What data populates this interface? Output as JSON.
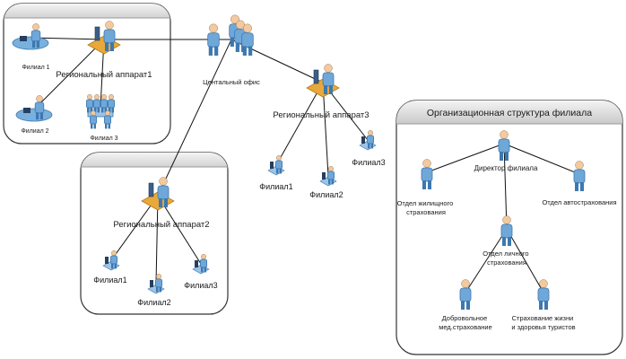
{
  "diagram": {
    "groups": [
      {
        "id": "g1",
        "label": ""
      },
      {
        "id": "g2",
        "label": ""
      },
      {
        "id": "g3",
        "label": "Организационная структура филиала"
      }
    ],
    "nodes": [
      {
        "id": "n-reg1",
        "label": "Региональный аппарат1",
        "icon": "workstation-icon"
      },
      {
        "id": "n-f1a",
        "label": "Филиал 1",
        "icon": "laptop-user-icon"
      },
      {
        "id": "n-f2a",
        "label": "Филиал 2",
        "icon": "laptop-user-icon"
      },
      {
        "id": "n-f3a",
        "label": "Филиал 3",
        "icon": "meeting-group-icon"
      },
      {
        "id": "n-central",
        "label": "Центальный офис",
        "icon": "people-group-icon"
      },
      {
        "id": "n-reg3",
        "label": "Региональный аппарат3",
        "icon": "workstation-icon"
      },
      {
        "id": "n-f1c",
        "label": "Филиал1",
        "icon": "pc-user-icon"
      },
      {
        "id": "n-f2c",
        "label": "Филиал2",
        "icon": "pc-user-icon"
      },
      {
        "id": "n-f3c",
        "label": "Филиал3",
        "icon": "pc-user-icon"
      },
      {
        "id": "n-reg2",
        "label": "Региональный аппарат2",
        "icon": "workstation-icon"
      },
      {
        "id": "n-f1b",
        "label": "Филиал1",
        "icon": "pc-user-icon"
      },
      {
        "id": "n-f2b",
        "label": "Филиал2",
        "icon": "pc-user-icon"
      },
      {
        "id": "n-f3b",
        "label": "Филиал3",
        "icon": "pc-user-icon"
      },
      {
        "id": "n-director",
        "label": "Директор филиала",
        "icon": "person-icon"
      },
      {
        "id": "n-housing",
        "label": "Отдел жилищного страхования",
        "icon": "person-icon"
      },
      {
        "id": "n-auto",
        "label": "Отдел автострахования",
        "icon": "person-icon"
      },
      {
        "id": "n-personal",
        "label": "Отдел личного страхования",
        "icon": "person-icon"
      },
      {
        "id": "n-medical",
        "label": "Добровольное мед.страхование",
        "icon": "person-icon"
      },
      {
        "id": "n-life",
        "label": "Страхование жизни и здоровья туристов",
        "icon": "person-icon"
      }
    ],
    "edges": [
      {
        "from": "n-f1a",
        "to": "n-reg1"
      },
      {
        "from": "n-f2a",
        "to": "n-reg1"
      },
      {
        "from": "n-f3a",
        "to": "n-reg1"
      },
      {
        "from": "n-reg1",
        "to": "n-central"
      },
      {
        "from": "n-central",
        "to": "n-reg3"
      },
      {
        "from": "n-central",
        "to": "n-reg2"
      },
      {
        "from": "n-reg3",
        "to": "n-f1c"
      },
      {
        "from": "n-reg3",
        "to": "n-f2c"
      },
      {
        "from": "n-reg3",
        "to": "n-f3c"
      },
      {
        "from": "n-reg2",
        "to": "n-f1b"
      },
      {
        "from": "n-reg2",
        "to": "n-f2b"
      },
      {
        "from": "n-reg2",
        "to": "n-f3b"
      },
      {
        "from": "n-director",
        "to": "n-housing"
      },
      {
        "from": "n-director",
        "to": "n-auto"
      },
      {
        "from": "n-director",
        "to": "n-personal"
      },
      {
        "from": "n-personal",
        "to": "n-medical"
      },
      {
        "from": "n-personal",
        "to": "n-life"
      }
    ],
    "colors": {
      "person": "#6fa8d8",
      "person_dark": "#3d78b0",
      "desk": "#e8a83a",
      "desk_dark": "#b57a1c",
      "group_header": "#d8d8d8",
      "group_border": "#333333"
    }
  }
}
